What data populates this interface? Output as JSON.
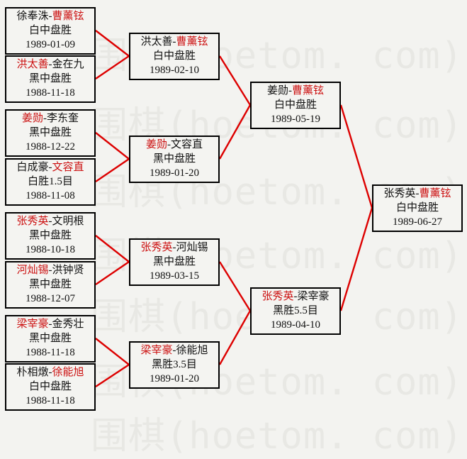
{
  "page": {
    "background": "#f3f3f0",
    "accent_red": "#dd0000",
    "winner_name_red": "#cc1111",
    "separator": "-",
    "watermark": {
      "text": "围棋(hoetom. com)",
      "color": "#e8e8e4"
    }
  },
  "bracket": {
    "rounds": [
      {
        "label": "round-of-16",
        "matches": [
          {
            "p1": "徐奉洙",
            "p2": "曹薰铉",
            "red": "p2",
            "result": "白中盘胜",
            "date": "1989-01-09"
          },
          {
            "p1": "洪太善",
            "p2": "金在九",
            "red": "p1",
            "result": "黑中盘胜",
            "date": "1988-11-18"
          },
          {
            "p1": "姜勋",
            "p2": "李东奎",
            "red": "p1",
            "result": "黑中盘胜",
            "date": "1988-12-22"
          },
          {
            "p1": "白成豪",
            "p2": "文容直",
            "red": "p2",
            "result": "白胜1.5目",
            "date": "1988-11-08"
          },
          {
            "p1": "张秀英",
            "p2": "文明根",
            "red": "p1",
            "result": "黑中盘胜",
            "date": "1988-10-18"
          },
          {
            "p1": "河灿锡",
            "p2": "洪钟贤",
            "red": "p1",
            "result": "黑中盘胜",
            "date": "1988-12-07"
          },
          {
            "p1": "梁宰豪",
            "p2": "金秀壮",
            "red": "p1",
            "result": "黑中盘胜",
            "date": "1988-11-18"
          },
          {
            "p1": "朴相燉",
            "p2": "徐能旭",
            "red": "p2",
            "result": "白中盘胜",
            "date": "1988-11-18"
          }
        ]
      },
      {
        "label": "quarterfinal",
        "matches": [
          {
            "p1": "洪太善",
            "p2": "曹薰铉",
            "red": "p2",
            "result": "白中盘胜",
            "date": "1989-02-10"
          },
          {
            "p1": "姜勋",
            "p2": "文容直",
            "red": "p1",
            "result": "黑中盘胜",
            "date": "1989-01-20"
          },
          {
            "p1": "张秀英",
            "p2": "河灿锡",
            "red": "p1",
            "result": "黑中盘胜",
            "date": "1989-03-15"
          },
          {
            "p1": "梁宰豪",
            "p2": "徐能旭",
            "red": "p1",
            "result": "黑胜3.5目",
            "date": "1989-01-20"
          }
        ]
      },
      {
        "label": "semifinal",
        "matches": [
          {
            "p1": "姜勋",
            "p2": "曹薰铉",
            "red": "p2",
            "result": "白中盘胜",
            "date": "1989-05-19"
          },
          {
            "p1": "张秀英",
            "p2": "梁宰豪",
            "red": "p1",
            "result": "黑胜5.5目",
            "date": "1989-04-10"
          }
        ]
      },
      {
        "label": "final",
        "matches": [
          {
            "p1": "张秀英",
            "p2": "曹薰铉",
            "red": "p2",
            "result": "白中盘胜",
            "date": "1989-06-27"
          }
        ]
      }
    ]
  }
}
